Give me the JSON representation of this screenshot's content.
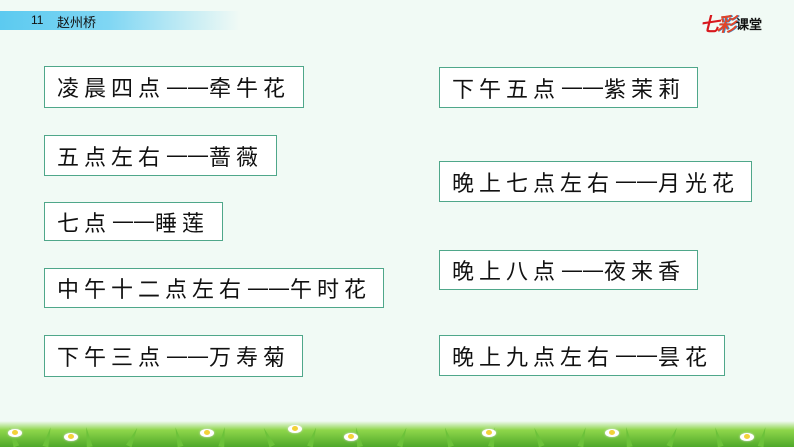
{
  "header": {
    "lesson_number": "11",
    "lesson_title": "赵州桥",
    "logo_mark_1": "七",
    "logo_mark_2": "彩",
    "logo_text": "课堂"
  },
  "left_column": [
    {
      "time": "凌晨四点",
      "dash": "——",
      "flower": "牵牛花"
    },
    {
      "time": "五点左右",
      "dash": "——",
      "flower": "蔷薇"
    },
    {
      "time": "七点",
      "dash": "——",
      "flower": "睡莲"
    },
    {
      "time": "中午十二点左右",
      "dash": "——",
      "flower": "午时花"
    },
    {
      "time": "下午三点",
      "dash": "——",
      "flower": "万寿菊"
    }
  ],
  "right_column": [
    {
      "time": "下午五点",
      "dash": "——",
      "flower": "紫茉莉"
    },
    {
      "time": "晚上七点左右",
      "dash": "——",
      "flower": "月光花"
    },
    {
      "time": "晚上八点",
      "dash": "——",
      "flower": "夜来香"
    },
    {
      "time": "晚上九点左右",
      "dash": "——",
      "flower": "昙花"
    }
  ],
  "colors": {
    "background": "#f1faf5",
    "title_bar": "#5ccaf0",
    "card_border": "#4fa78a",
    "logo_red": "#d8181e",
    "grass": "#6cc23a"
  }
}
